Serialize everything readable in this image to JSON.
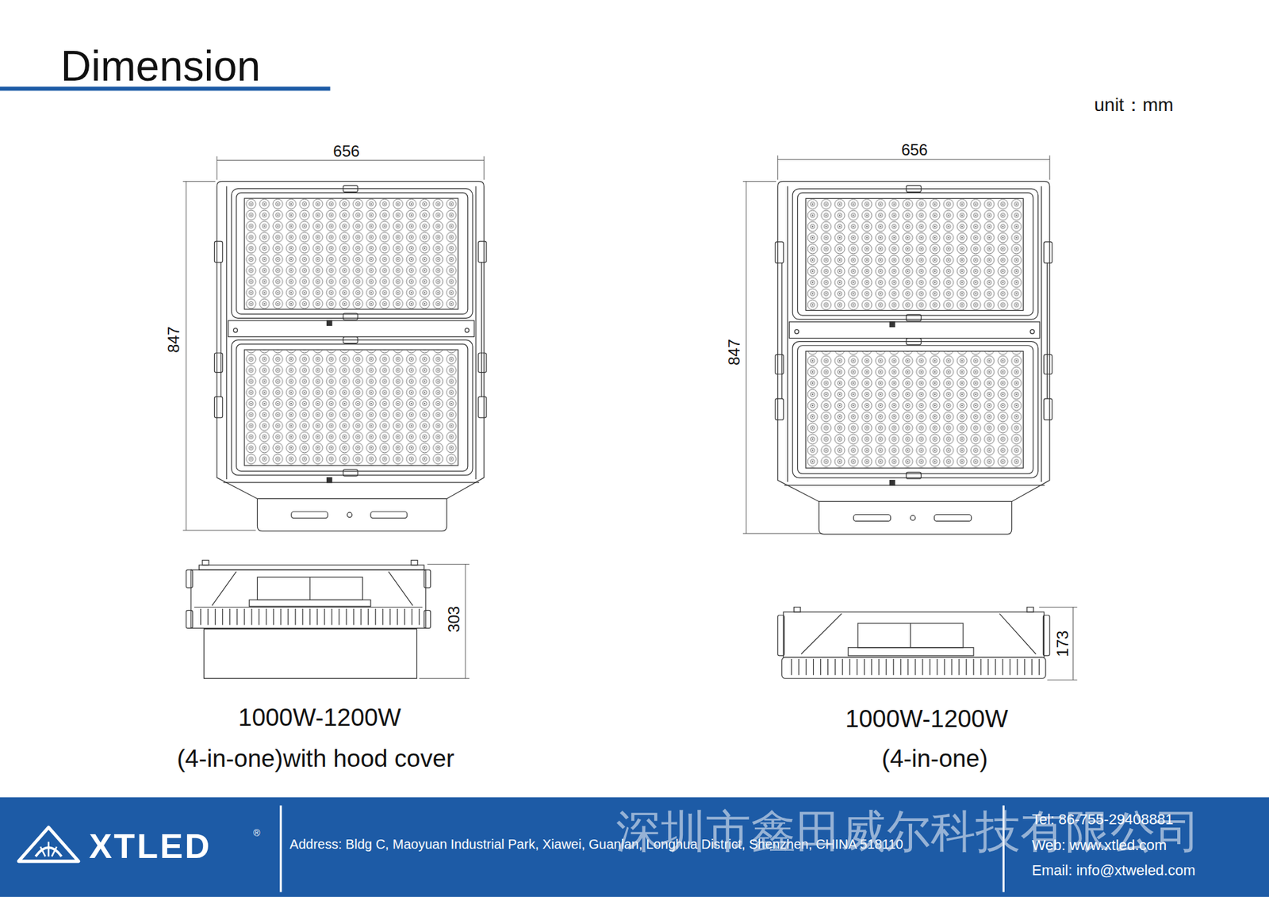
{
  "diagram": {
    "title": "Dimension",
    "nodes": [
      {
        "text": [
          "XTLED",
          "®",
          "Address: Bldg C, Maoyuan Industrial Park, Xiawei, Guanlan, Longhua District, Shenzhen, CHINA 518110",
          "深圳市鑫田威尔科技有限公司",
          "Tel: 86-755-29408881",
          "Web: www.xtled.com",
          "Email: info@xtweled.com"
        ]
      }
    ],
    "labels": [
      "unit：mm",
      "656",
      "847",
      "303",
      "1000W-1200W",
      "(4-in-one)with hood cover",
      "656",
      "847",
      "173",
      "1000W-1200W",
      "(4-in-one)"
    ]
  }
}
